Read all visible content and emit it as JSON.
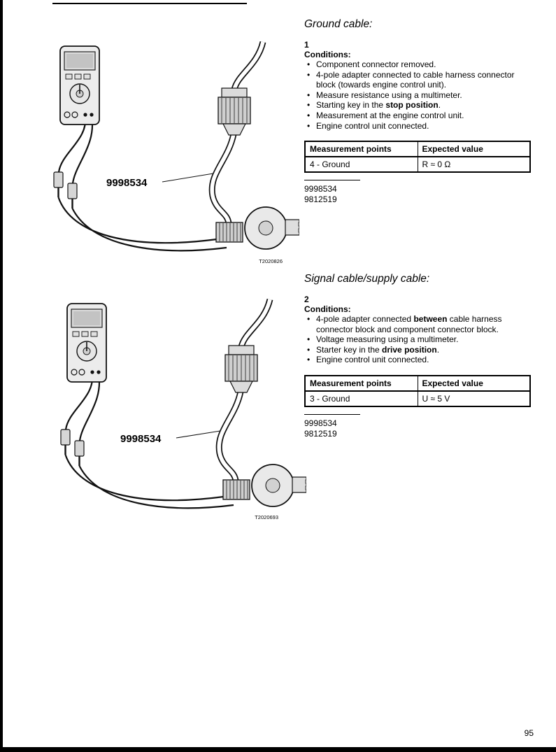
{
  "colors": {
    "ink": "#000000",
    "paper": "#ffffff"
  },
  "page": {
    "number": "95"
  },
  "figures": [
    {
      "part_label": "9998534",
      "caption": "T2020826"
    },
    {
      "part_label": "9998534",
      "caption": "T2020693"
    }
  ],
  "sections": [
    {
      "heading": "Ground cable:",
      "step_number": "1",
      "conditions_label": "Conditions:",
      "bullets": [
        [
          {
            "t": "Component connector removed."
          }
        ],
        [
          {
            "t": "4-pole adapter connected to cable harness connector block (towards engine control unit)."
          }
        ],
        [
          {
            "t": "Measure resistance using a multimeter."
          }
        ],
        [
          {
            "t": "Starting key in the "
          },
          {
            "t": "stop position",
            "b": true
          },
          {
            "t": "."
          }
        ],
        [
          {
            "t": "Measurement at the engine control unit."
          }
        ],
        [
          {
            "t": "Engine control unit connected."
          }
        ]
      ],
      "table": {
        "headers": [
          "Measurement points",
          "Expected value"
        ],
        "rows": [
          [
            "4 - Ground",
            "R ≈ 0 Ω"
          ]
        ]
      },
      "footnotes": [
        "9998534",
        "9812519"
      ]
    },
    {
      "heading": "Signal cable/supply cable:",
      "step_number": "2",
      "conditions_label": "Conditions:",
      "bullets": [
        [
          {
            "t": "4-pole adapter connected "
          },
          {
            "t": "between",
            "b": true
          },
          {
            "t": " cable harness connector block and component connector block."
          }
        ],
        [
          {
            "t": "Voltage measuring using a multimeter."
          }
        ],
        [
          {
            "t": "Starter key in the "
          },
          {
            "t": "drive position",
            "b": true
          },
          {
            "t": "."
          }
        ],
        [
          {
            "t": "Engine control unit connected."
          }
        ]
      ],
      "table": {
        "headers": [
          "Measurement points",
          "Expected value"
        ],
        "rows": [
          [
            "3 - Ground",
            "U ≈ 5 V"
          ]
        ]
      },
      "footnotes": [
        "9998534",
        "9812519"
      ]
    }
  ]
}
